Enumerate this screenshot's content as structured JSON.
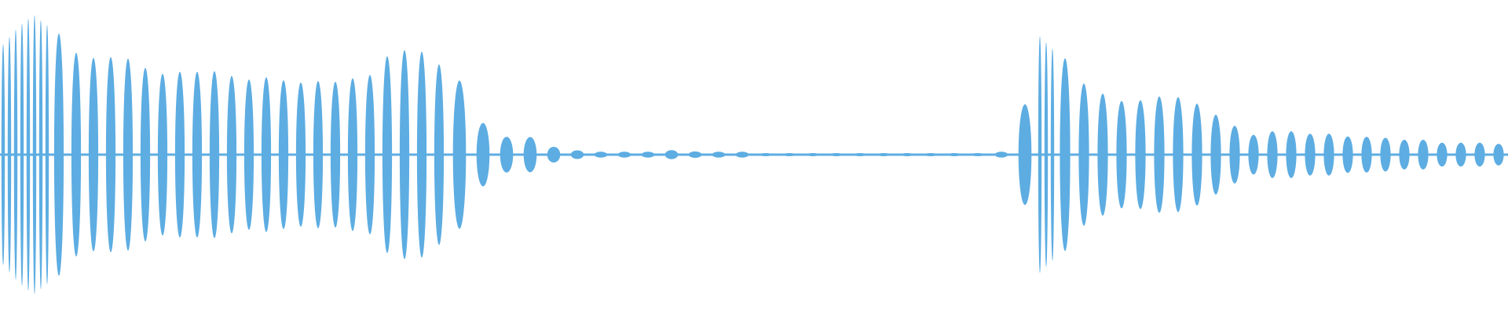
{
  "waveform": {
    "color": "#5dade2",
    "background": "#ffffff",
    "envelope_peaks": [
      0.74,
      0.86,
      0.94,
      0.86,
      0.7,
      0.66,
      0.64,
      0.66,
      0.64,
      0.58,
      0.54,
      0.56,
      0.54,
      0.58,
      0.54,
      0.52,
      0.5,
      0.52,
      0.5,
      0.48,
      0.5,
      0.48,
      0.5,
      0.52,
      0.54,
      0.68,
      0.7,
      0.7,
      0.62,
      0.56,
      0.4,
      0.2,
      0.12,
      0.12,
      0.12,
      0.07,
      0.04,
      0.03,
      0.02,
      0.02,
      0.02,
      0.02,
      0.02,
      0.03,
      0.03,
      0.02,
      0.02,
      0.02,
      0.02,
      0.01,
      0.01,
      0.01,
      0.01,
      0.01,
      0.01,
      0.01,
      0.01,
      0.01,
      0.01,
      0.01,
      0.01,
      0.01,
      0.01,
      0.01,
      0.01,
      0.02,
      0.1,
      0.56,
      0.8,
      0.7,
      0.52,
      0.44,
      0.4,
      0.36,
      0.36,
      0.38,
      0.4,
      0.38,
      0.34,
      0.28,
      0.22,
      0.16,
      0.12,
      0.16,
      0.16,
      0.14,
      0.14,
      0.14,
      0.12,
      0.12,
      0.12,
      0.1,
      0.1,
      0.1,
      0.08,
      0.08,
      0.08,
      0.08,
      0.07,
      0.06
    ]
  }
}
